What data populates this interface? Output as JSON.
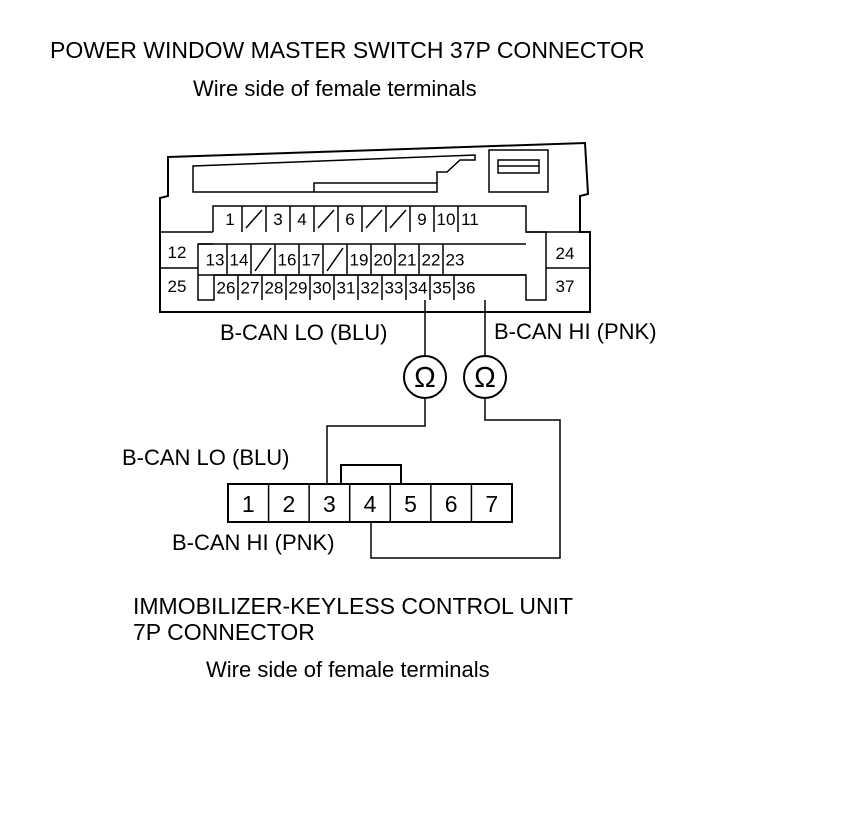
{
  "top_connector": {
    "title": "POWER WINDOW MASTER SWITCH 37P CONNECTOR",
    "subtitle": "Wire side of female terminals",
    "row1": [
      "1",
      "",
      "3",
      "4",
      "",
      "6",
      "",
      "",
      "9",
      "10",
      "11"
    ],
    "row2": [
      "13",
      "14",
      "",
      "16",
      "17",
      "",
      "19",
      "20",
      "21",
      "22",
      "23"
    ],
    "row3": [
      "26",
      "27",
      "28",
      "29",
      "30",
      "31",
      "32",
      "33",
      "34",
      "35",
      "36"
    ],
    "left_cells": [
      "12",
      "25"
    ],
    "right_cells": [
      "24",
      "37"
    ]
  },
  "wires": {
    "top_lo_label": "B-CAN LO (BLU)",
    "top_hi_label": "B-CAN HI (PNK)",
    "bottom_lo_label": "B-CAN LO (BLU)",
    "bottom_hi_label": "B-CAN HI (PNK)",
    "ohm_symbol": "Ω"
  },
  "bottom_connector": {
    "pins": [
      "1",
      "2",
      "3",
      "4",
      "5",
      "6",
      "7"
    ],
    "title_line1": "IMMOBILIZER-KEYLESS CONTROL UNIT",
    "title_line2": "7P CONNECTOR",
    "subtitle": "Wire side of female terminals"
  }
}
